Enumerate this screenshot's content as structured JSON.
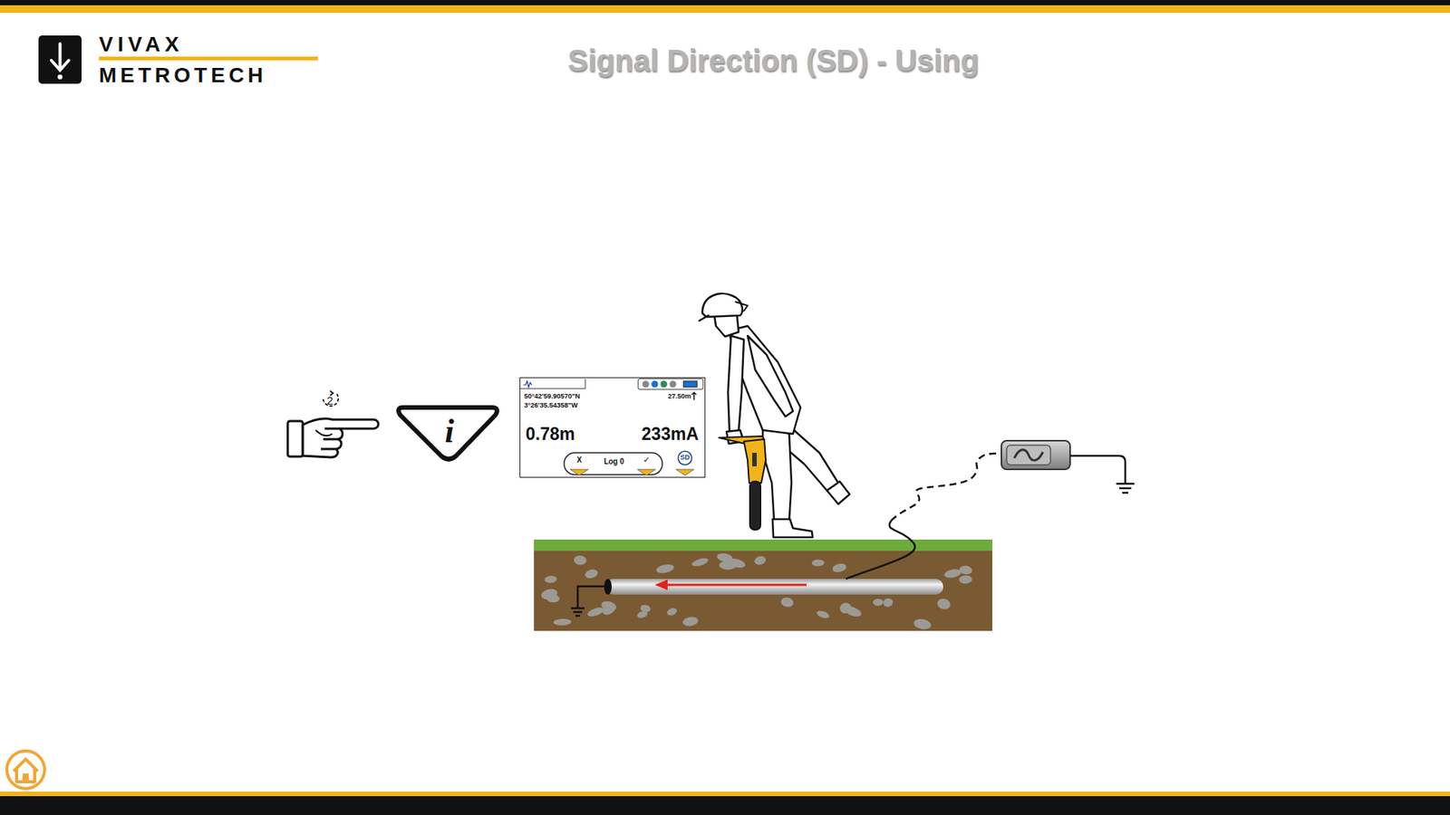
{
  "diagram": {
    "title": "Signal Direction (SD) - Using",
    "nodes": [
      {
        "text": [
          "50°42'59.90570\"N",
          "3°26'35.54358\"W",
          "27.50m",
          "0.78m",
          "233mA",
          "X",
          "Log 0",
          "✓",
          "SD"
        ]
      }
    ],
    "labels": [
      "VIVAX",
      "METROTECH",
      "2",
      "i"
    ]
  }
}
